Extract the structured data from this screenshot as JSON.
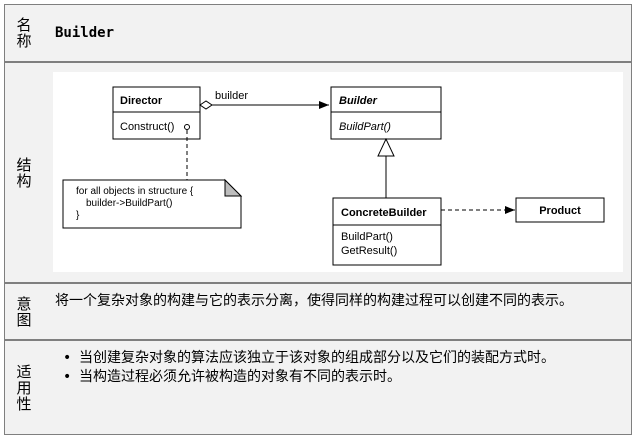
{
  "rows": {
    "name": {
      "header": "名称",
      "value": "Builder"
    },
    "structure": {
      "header": "结构"
    },
    "intent": {
      "header": "意图",
      "text": "将一个复杂对象的构建与它的表示分离，使得同样的构建过程可以创建不同的表示。"
    },
    "applicability": {
      "header": "适用性",
      "bullets": [
        "当创建复杂对象的算法应该独立于该对象的组成部分以及它们的装配方式时。",
        "当构造过程必须允许被构造的对象有不同的表示时。"
      ]
    }
  },
  "diagram": {
    "director": {
      "name": "Director",
      "op": "Construct()"
    },
    "builder_role": "builder",
    "builder": {
      "name": "Builder",
      "op": "BuildPart()"
    },
    "concrete_builder": {
      "name": "ConcreteBuilder",
      "ops": [
        "BuildPart()",
        "GetResult()"
      ]
    },
    "product": {
      "name": "Product"
    },
    "note": {
      "line1": "for all objects in structure {",
      "line2": "builder->BuildPart()",
      "line3": "}"
    }
  }
}
